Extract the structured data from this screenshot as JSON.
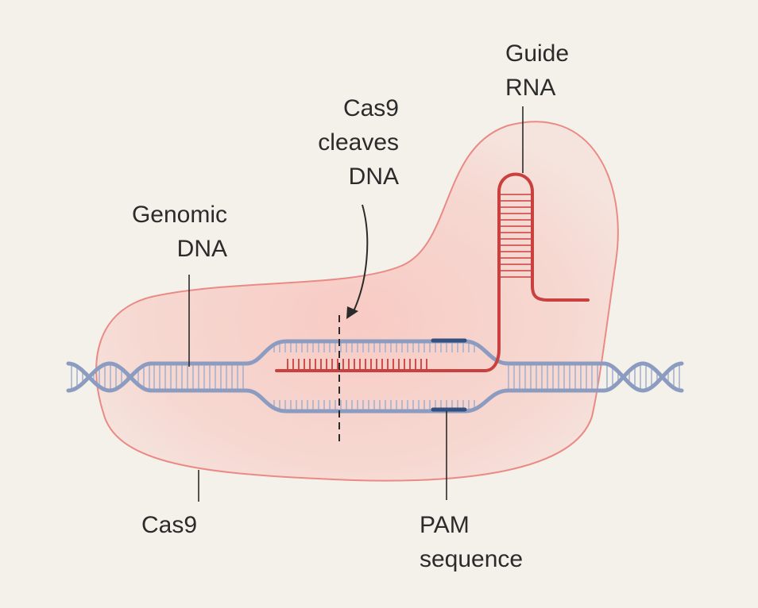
{
  "labels": {
    "guide_rna": [
      "Guide",
      "RNA"
    ],
    "cas9_cleaves": [
      "Cas9",
      "cleaves",
      "DNA"
    ],
    "genomic_dna": [
      "Genomic",
      "DNA"
    ],
    "cas9": "Cas9",
    "pam": [
      "PAM",
      "sequence"
    ]
  },
  "colors": {
    "background": "#f4f1ea",
    "dna_strand": "#8c9cc0",
    "dna_rungs": "#a6b2cf",
    "pam_mark": "#34507e",
    "rna": "#c9403f",
    "cas9_fill": "#f8c9c2",
    "cas9_outline": "#ea8a85",
    "leader": "#2b2b2b",
    "text": "#2b2b2b"
  }
}
